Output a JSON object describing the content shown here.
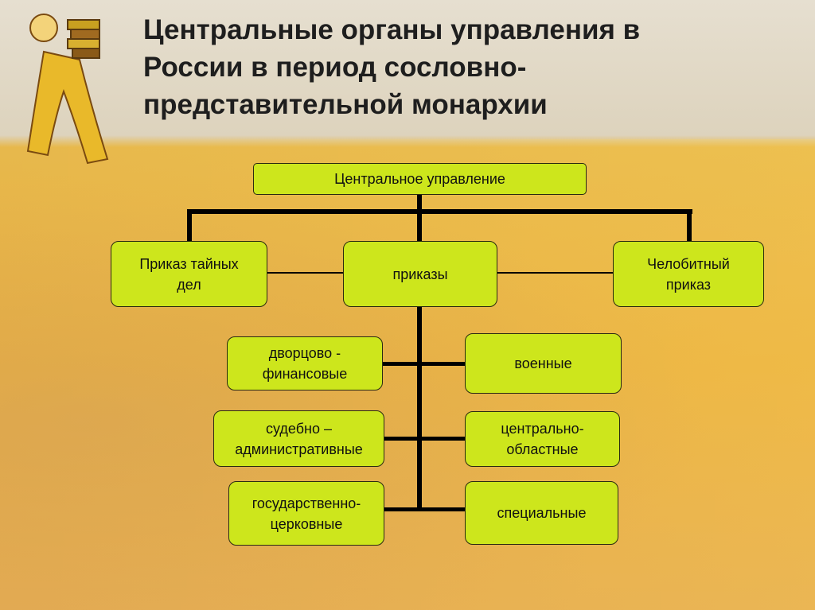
{
  "title": "Центральные органы управления в России в период  сословно-представительной монархии",
  "diagram": {
    "root": "Центральное управление",
    "level1": [
      "Приказ тайных\nдел",
      "приказы",
      "Челобитный\nприказ"
    ],
    "prikazy_left": [
      "дворцово -\nфинансовые",
      "судебно –\nадминистративные",
      "государственно-\nцерковные"
    ],
    "prikazy_right": [
      "военные",
      "центрально-\nобластные",
      "специальные"
    ]
  },
  "colors": {
    "box": "#cde61c",
    "connector": "#000000"
  }
}
